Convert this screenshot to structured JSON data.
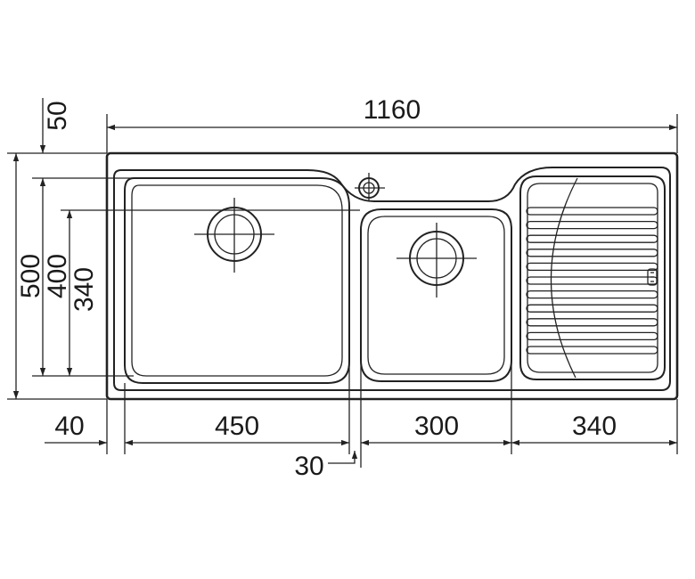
{
  "dimensions": {
    "total_width": "1160",
    "total_depth": "500",
    "rim_offset": "50",
    "bowl_depth_large": "400",
    "bowl_depth_small": "340",
    "edge_margin": "40",
    "bowl_width_large": "450",
    "bowl_gap": "30",
    "bowl_width_small": "300",
    "drainer_width": "340"
  }
}
